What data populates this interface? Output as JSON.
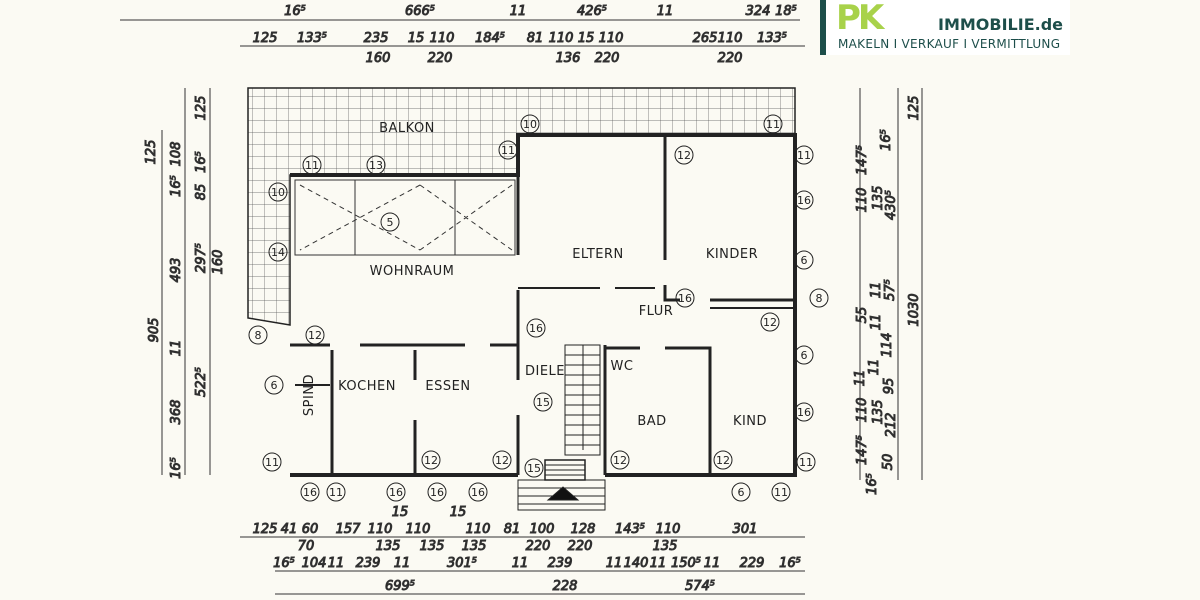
{
  "logo": {
    "mark": "PK",
    "name": "IMMOBILIE.de",
    "tagline": "MAKELN I VERKAUF I VERMITTLUNG",
    "colors": {
      "green": "#a8d24a",
      "teal": "#1d4e4a"
    }
  },
  "rooms": {
    "balkon": "BALKON",
    "wohnraum": "WOHNRAUM",
    "eltern": "ELTERN",
    "kinder": "KINDER",
    "flur": "FLUR",
    "kochen": "KOCHEN",
    "essen": "ESSEN",
    "spind": "SPIND",
    "diele": "DIELE",
    "wc": "WC",
    "bad": "BAD",
    "kind": "KIND"
  },
  "markers": [
    "11",
    "13",
    "10",
    "11",
    "12",
    "11",
    "10",
    "5",
    "16",
    "14",
    "6",
    "8",
    "12",
    "16",
    "16",
    "8",
    "12",
    "6",
    "11",
    "16",
    "11",
    "16",
    "11",
    "16",
    "16",
    "12",
    "12",
    "15",
    "15",
    "12",
    "12",
    "6",
    "11",
    "6",
    "16",
    "11"
  ],
  "dims": {
    "top_overall": [
      "16⁵",
      "666⁵",
      "11",
      "426⁵",
      "11",
      "324",
      "18⁵"
    ],
    "top_detail": [
      "125",
      "133⁵",
      "235",
      "160",
      "15",
      "110",
      "220",
      "184⁵",
      "81",
      "110",
      "136",
      "15",
      "110",
      "220",
      "265",
      "110",
      "220",
      "133⁵"
    ],
    "bottom_detail": [
      "125",
      "41",
      "60",
      "157",
      "110",
      "135",
      "15",
      "110",
      "135",
      "15",
      "110",
      "135",
      "81",
      "100",
      "220",
      "128",
      "220",
      "143⁵",
      "110",
      "135",
      "301",
      "70"
    ],
    "bottom_walls": [
      "16⁵",
      "104",
      "11",
      "239",
      "11",
      "301⁵",
      "11",
      "239",
      "11",
      "140",
      "11",
      "150⁵",
      "11",
      "229",
      "16⁵"
    ],
    "bottom_overall": [
      "699⁵",
      "228",
      "574⁵"
    ],
    "left": [
      "125",
      "125",
      "108",
      "16⁵",
      "16⁵",
      "85",
      "297⁵",
      "160",
      "493",
      "905",
      "11",
      "368",
      "522⁵",
      "16⁵"
    ],
    "right": [
      "125",
      "16⁵",
      "147⁵",
      "110",
      "135",
      "430⁵",
      "1030",
      "55",
      "11",
      "57⁵",
      "11",
      "114",
      "11",
      "95",
      "11",
      "110",
      "135",
      "212",
      "147⁵",
      "16⁵",
      "50"
    ]
  }
}
